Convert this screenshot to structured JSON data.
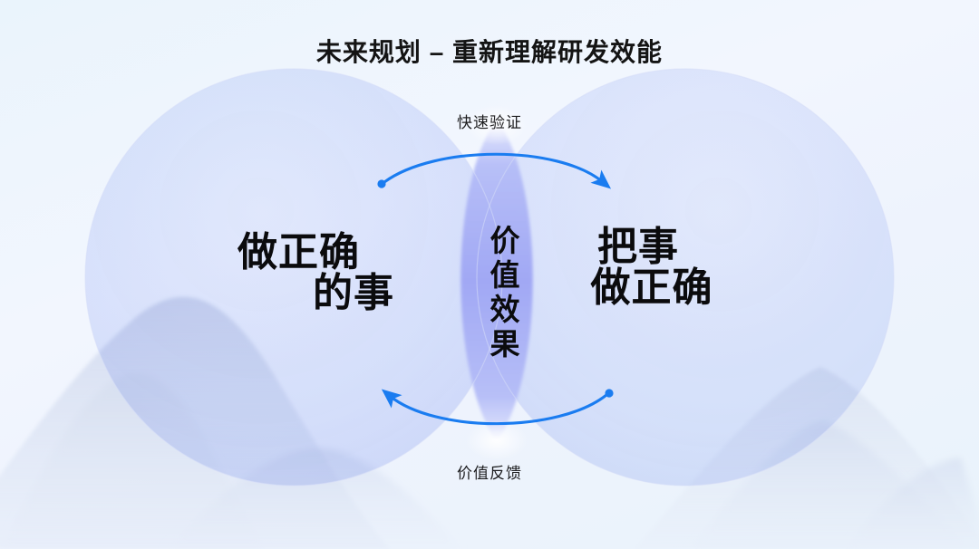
{
  "slide": {
    "title": "未来规划 – 重新理解研发效能",
    "accent_color": "#1a7cf0",
    "lens_color": "#a3a9f3",
    "circle_color": "#e2e8fc",
    "background_color": "#eef4fc",
    "text_color": "#0b0b0d"
  },
  "diagram": {
    "type": "venn-cycle",
    "top_label": "快速验证",
    "bottom_label": "价值反馈",
    "left_circle": {
      "line1": "做正确",
      "line2": "的事",
      "full": "做正确的事"
    },
    "right_circle": {
      "line1": "把事",
      "line2": "做正确",
      "full": "把事做正确"
    },
    "intersection": {
      "text": "价值效果",
      "orientation": "vertical"
    },
    "arrows": [
      {
        "name": "top-arc-arrow",
        "direction": "left-to-right",
        "label": "快速验证",
        "color": "#1a7cf0"
      },
      {
        "name": "bottom-arc-arrow",
        "direction": "right-to-left",
        "label": "价值反馈",
        "color": "#1a7cf0"
      }
    ]
  }
}
